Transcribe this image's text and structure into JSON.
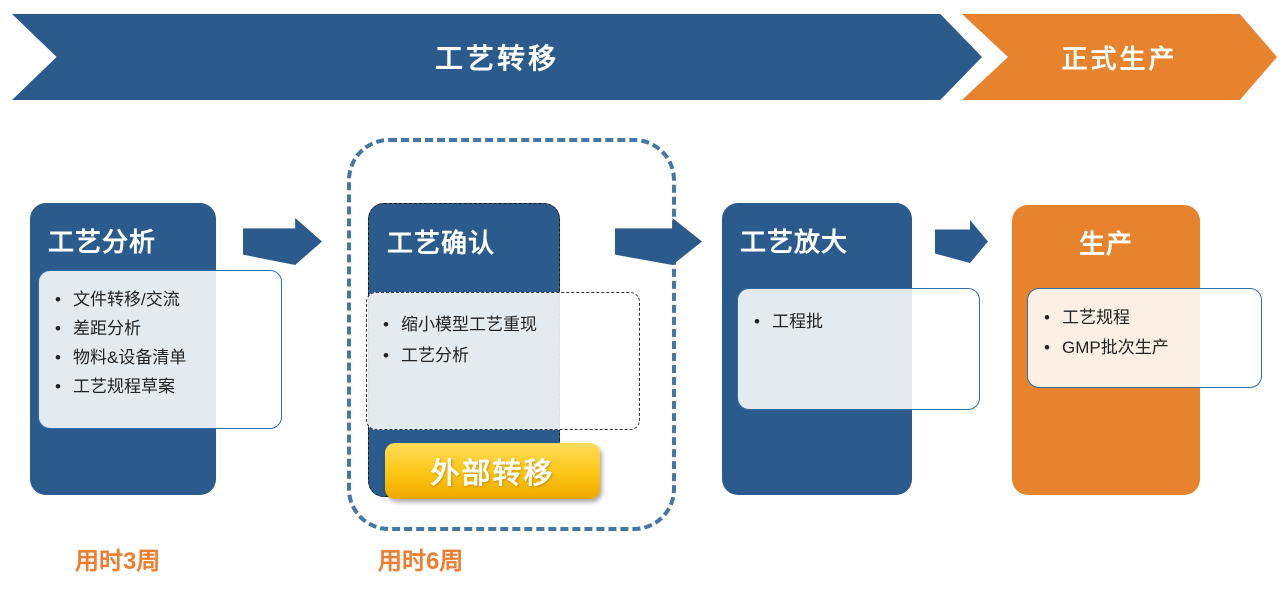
{
  "banner": {
    "left_label": "工艺转移",
    "right_label": "正式生产"
  },
  "stages": {
    "analysis": {
      "title": "工艺分析",
      "items": [
        "文件转移/交流",
        "差距分析",
        "物料&设备清单",
        "工艺规程草案"
      ],
      "duration": "用时3周"
    },
    "confirmation": {
      "title": "工艺确认",
      "items": [
        "缩小模型工艺重现",
        "工艺分析"
      ],
      "badge": "外部转移",
      "duration": "用时6周"
    },
    "scale_up": {
      "title": "工艺放大",
      "items": [
        "工程批"
      ]
    },
    "production": {
      "title": "生产",
      "items": [
        "工艺规程",
        "GMP批次生产"
      ]
    }
  },
  "colors": {
    "stage_blue": "#2B5B8D",
    "stage_orange": "#E6832C",
    "dashed_group_border": "#4377A6",
    "badge_gold_top": "#FFDD5C",
    "badge_gold_bottom": "#EFA800",
    "caption_orange": "#ED7D31"
  }
}
